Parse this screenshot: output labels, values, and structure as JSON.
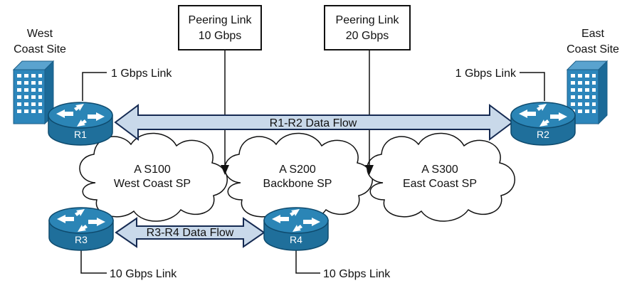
{
  "colors": {
    "router_top": "#2b85b6",
    "router_body": "#1f6f9b",
    "router_edge": "#0e4a6d",
    "building": "#2d86bb",
    "flow_arrow_fill": "#c9d9ea",
    "flow_arrow_stroke": "#152a52",
    "line": "#111111"
  },
  "sites": {
    "west": [
      "West",
      "Coast Site"
    ],
    "east": [
      "East",
      "Coast Site"
    ]
  },
  "peering_links": [
    [
      "Peering Link",
      "10 Gbps"
    ],
    [
      "Peering Link",
      "20 Gbps"
    ]
  ],
  "access_links": {
    "r1": "1 Gbps Link",
    "r2": "1 Gbps Link",
    "r3": "10 Gbps Link",
    "r4": "10 Gbps Link"
  },
  "routers": {
    "r1": "R1",
    "r2": "R2",
    "r3": "R3",
    "r4": "R4"
  },
  "clouds": [
    [
      "A S100",
      "West Coast SP"
    ],
    [
      "A S200",
      "Backbone SP"
    ],
    [
      "A S300",
      "East Coast SP"
    ]
  ],
  "flows": {
    "r1_r2": "R1-R2 Data Flow",
    "r3_r4": "R3-R4 Data Flow"
  }
}
